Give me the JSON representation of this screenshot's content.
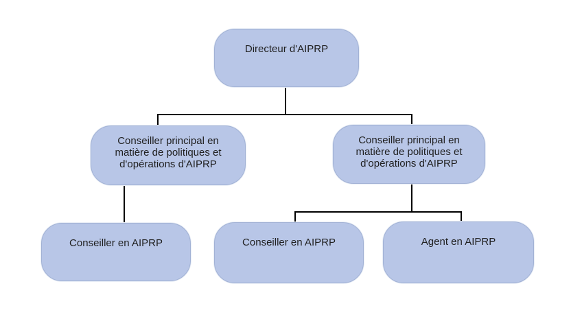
{
  "diagram": {
    "type": "org-chart",
    "language": "fr",
    "colors": {
      "node_fill": "#b8c6e7",
      "node_border": "#a2b2d5",
      "connector": "#000000",
      "text": "#1f1f1f",
      "background": "#ffffff"
    },
    "nodes": [
      {
        "id": "directeur",
        "label": "Directeur d'AIPRP",
        "reports_to": null
      },
      {
        "id": "conseiller-principal-1",
        "label": "Conseiller principal en matière de politiques et d'opérations d'AIPRP",
        "reports_to": "directeur"
      },
      {
        "id": "conseiller-principal-2",
        "label": "Conseiller principal en matière de politiques et d'opérations d'AIPRP",
        "reports_to": "directeur"
      },
      {
        "id": "conseiller-aiprp-1",
        "label": "Conseiller en AIPRP",
        "reports_to": "conseiller-principal-1"
      },
      {
        "id": "conseiller-aiprp-2",
        "label": "Conseiller en AIPRP",
        "reports_to": "conseiller-principal-2"
      },
      {
        "id": "agent-aiprp",
        "label": "Agent en AIPRP",
        "reports_to": "conseiller-principal-2"
      }
    ]
  }
}
